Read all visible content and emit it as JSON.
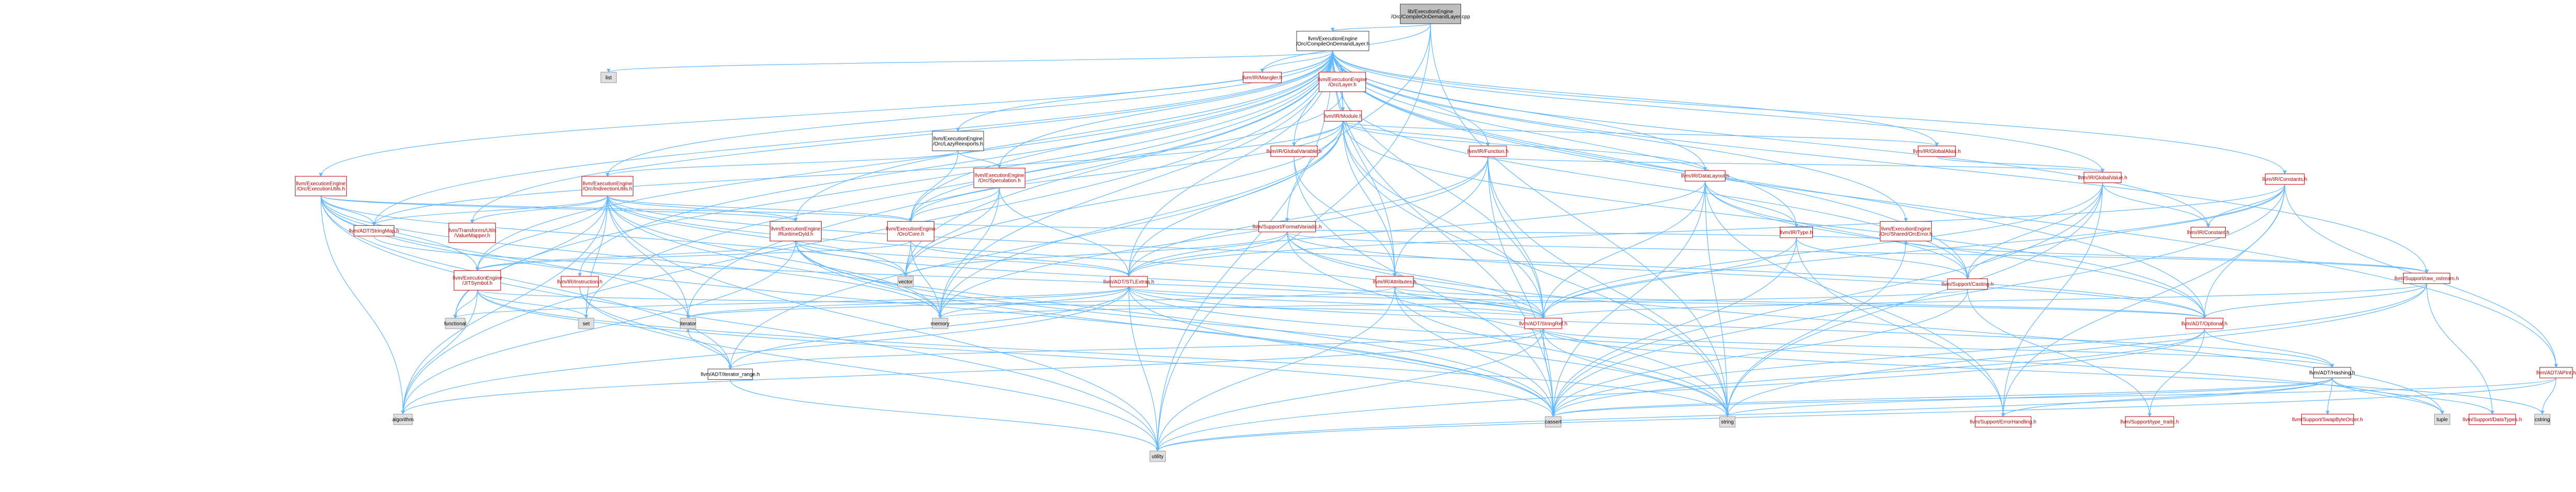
{
  "title": "",
  "nodes": [
    {
      "id": "root",
      "lines": [
        "lib/ExecutionEngine",
        "/Orc/CompileOnDemandLayer.cpp"
      ],
      "style": "gray"
    },
    {
      "id": "cod",
      "lines": [
        "llvm/ExecutionEngine",
        "/Orc/CompileOnDemandLayer.h"
      ],
      "style": "white2"
    },
    {
      "id": "mangler",
      "lines": [
        "llvm/IR/Mangler.h"
      ],
      "style": "white"
    },
    {
      "id": "formatvariadic",
      "lines": [
        "llvm/Support/FormatVariadic.h"
      ],
      "style": "white"
    },
    {
      "id": "list",
      "lines": [
        "list"
      ],
      "style": "light"
    },
    {
      "id": "layer",
      "lines": [
        "llvm/ExecutionEngine",
        "/Orc/Layer.h"
      ],
      "style": "white"
    },
    {
      "id": "module",
      "lines": [
        "llvm/IR/Module.h"
      ],
      "style": "white"
    },
    {
      "id": "executionutils",
      "lines": [
        "llvm/ExecutionEngine",
        "/Orc/ExecutionUtils.h"
      ],
      "style": "white"
    },
    {
      "id": "indirectionutils",
      "lines": [
        "llvm/ExecutionEngine",
        "/Orc/IndirectionUtils.h"
      ],
      "style": "white"
    },
    {
      "id": "lazyreexports",
      "lines": [
        "llvm/ExecutionEngine",
        "/Orc/LazyReexports.h"
      ],
      "style": "white2"
    },
    {
      "id": "speculation",
      "lines": [
        "llvm/ExecutionEngine",
        "/Orc/Speculation.h"
      ],
      "style": "white"
    },
    {
      "id": "globalvariable",
      "lines": [
        "llvm/IR/GlobalVariable.h"
      ],
      "style": "white"
    },
    {
      "id": "function",
      "lines": [
        "llvm/IR/Function.h"
      ],
      "style": "white"
    },
    {
      "id": "datalayout",
      "lines": [
        "llvm/IR/DataLayout.h"
      ],
      "style": "white"
    },
    {
      "id": "globalalias",
      "lines": [
        "llvm/IR/GlobalAlias.h"
      ],
      "style": "white"
    },
    {
      "id": "globalvalue",
      "lines": [
        "llvm/IR/GlobalValue.h"
      ],
      "style": "white"
    },
    {
      "id": "constants",
      "lines": [
        "llvm/IR/Constants.h"
      ],
      "style": "white"
    },
    {
      "id": "stringmap",
      "lines": [
        "llvm/ADT/StringMap.h"
      ],
      "style": "white"
    },
    {
      "id": "valuemapper",
      "lines": [
        "llvm/Transforms/Utils",
        "/ValueMapper.h"
      ],
      "style": "white"
    },
    {
      "id": "runtimedyld",
      "lines": [
        "llvm/ExecutionEngine",
        "/RuntimeDyld.h"
      ],
      "style": "white"
    },
    {
      "id": "core",
      "lines": [
        "llvm/ExecutionEngine",
        "/Orc/Core.h"
      ],
      "style": "white"
    },
    {
      "id": "shared",
      "lines": [
        "llvm/ExecutionEngine",
        "/Orc/Shared/OrcError.h"
      ],
      "style": "white"
    },
    {
      "id": "type",
      "lines": [
        "llvm/IR/Type.h"
      ],
      "style": "white"
    },
    {
      "id": "constant",
      "lines": [
        "llvm/IR/Constant.h"
      ],
      "style": "white"
    },
    {
      "id": "jitsymbol",
      "lines": [
        "llvm/ExecutionEngine",
        "/JITSymbol.h"
      ],
      "style": "white"
    },
    {
      "id": "instruction",
      "lines": [
        "llvm/IR/Instruction.h"
      ],
      "style": "white"
    },
    {
      "id": "stlextras",
      "lines": [
        "llvm/ADT/STLExtras.h"
      ],
      "style": "white"
    },
    {
      "id": "attributes",
      "lines": [
        "llvm/IR/Attributes.h"
      ],
      "style": "white"
    },
    {
      "id": "casting",
      "lines": [
        "llvm/Support/Casting.h"
      ],
      "style": "white"
    },
    {
      "id": "rawostream",
      "lines": [
        "llvm/Support/raw_ostream.h"
      ],
      "style": "white"
    },
    {
      "id": "stringref",
      "lines": [
        "llvm/ADT/StringRef.h"
      ],
      "style": "white"
    },
    {
      "id": "optional",
      "lines": [
        "llvm/ADT/Optional.h"
      ],
      "style": "white"
    },
    {
      "id": "apint",
      "lines": [
        "llvm/ADT/APInt.h"
      ],
      "style": "white"
    },
    {
      "id": "hashing",
      "lines": [
        "llvm/ADT/Hashing.h"
      ],
      "style": "white2"
    },
    {
      "id": "iterrange",
      "lines": [
        "llvm/ADT/iterator_range.h"
      ],
      "style": "white2"
    },
    {
      "id": "vector",
      "lines": [
        "vector"
      ],
      "style": "light"
    },
    {
      "id": "memory",
      "lines": [
        "memory"
      ],
      "style": "light"
    },
    {
      "id": "iterator",
      "lines": [
        "iterator"
      ],
      "style": "light"
    },
    {
      "id": "set",
      "lines": [
        "set"
      ],
      "style": "light"
    },
    {
      "id": "functional",
      "lines": [
        "functional"
      ],
      "style": "light"
    },
    {
      "id": "algorithm",
      "lines": [
        "algorithm"
      ],
      "style": "light"
    },
    {
      "id": "string",
      "lines": [
        "string"
      ],
      "style": "light"
    },
    {
      "id": "cassert",
      "lines": [
        "cassert"
      ],
      "style": "light"
    },
    {
      "id": "tuple",
      "lines": [
        "tuple"
      ],
      "style": "light"
    },
    {
      "id": "cstring",
      "lines": [
        "cstring"
      ],
      "style": "light"
    },
    {
      "id": "utility",
      "lines": [
        "utility"
      ],
      "style": "light"
    },
    {
      "id": "errorhandling",
      "lines": [
        "llvm/Support/ErrorHandling.h"
      ],
      "style": "white"
    },
    {
      "id": "typetraits",
      "lines": [
        "llvm/Support/type_traits.h"
      ],
      "style": "white"
    },
    {
      "id": "swapbyteorder",
      "lines": [
        "llvm/Support/SwapByteOrder.h"
      ],
      "style": "white"
    },
    {
      "id": "datatypes",
      "lines": [
        "llvm/Support/DataTypes.h"
      ],
      "style": "white"
    }
  ]
}
